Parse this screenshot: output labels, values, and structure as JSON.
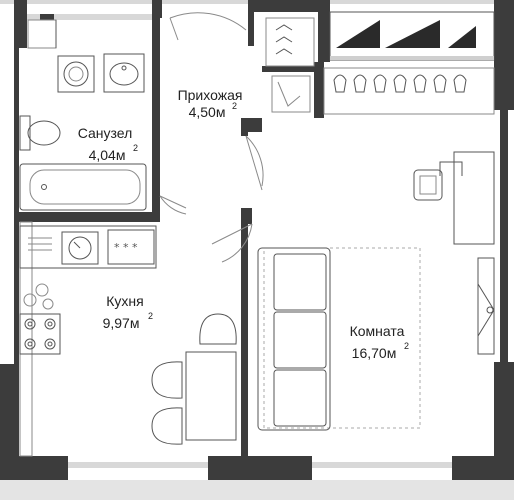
{
  "colors": {
    "wall": "#3c3c3c",
    "wall_pale": "#d8d8d8",
    "line": "#8a8a8a",
    "text": "#222222"
  },
  "rooms": [
    {
      "name": "Прихожая",
      "area": "4,50",
      "unit": "м",
      "power": "2"
    },
    {
      "name": "Санузел",
      "area": "4,04",
      "unit": "м",
      "power": "2"
    },
    {
      "name": "Кухня",
      "area": "9,97",
      "unit": "м",
      "power": "2"
    },
    {
      "name": "Комната",
      "area": "16,70",
      "unit": "м",
      "power": "2"
    }
  ]
}
